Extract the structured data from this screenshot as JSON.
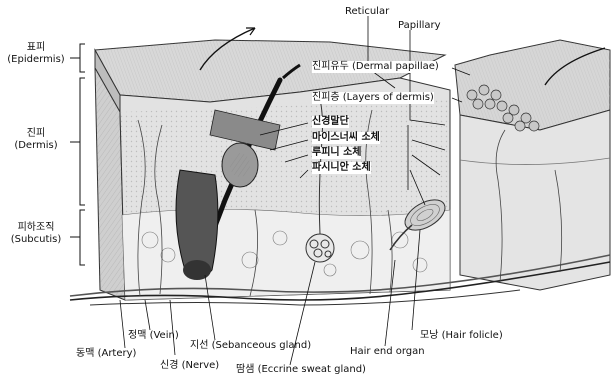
{
  "layers": {
    "epidermis": {
      "ko": "표피",
      "en": "(Epidermis)"
    },
    "dermis": {
      "ko": "진피",
      "en": "(Dermis)"
    },
    "subcutis": {
      "ko": "피하조직",
      "en": "(Subcutis)"
    }
  },
  "top_labels": {
    "reticular": "Reticular",
    "papillary": "Papillary",
    "dermal_papillae": "진피유두 (Dermal papillae)",
    "layers_of_dermis": "진피층 (Layers of dermis)"
  },
  "receptors": {
    "nerve_ending": "신경말단",
    "meissner": "마이스너씨 소체",
    "ruffini": "루피니 소체",
    "pacinian": "파시니안 소체"
  },
  "bottom_labels": {
    "vein": "정맥 (Vein)",
    "artery": "동맥 (Artery)",
    "nerve": "신경 (Nerve)",
    "sebaceous": "지선 (Sebanceous gland)",
    "sweat": "땀샘 (Eccrine sweat gland)",
    "hair_end_organ": "Hair end organ",
    "hair_follicle": "모낭 (Hair folicle)"
  }
}
